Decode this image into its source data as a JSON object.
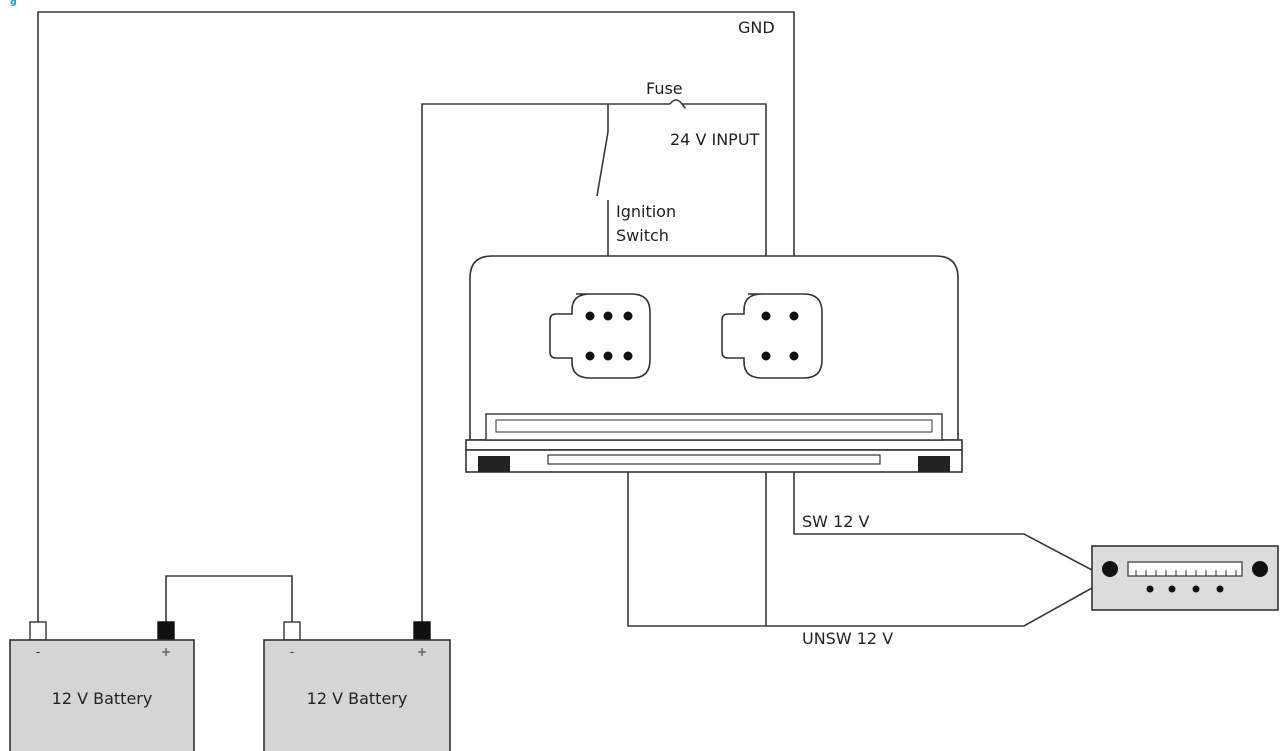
{
  "labels": {
    "gnd": "GND",
    "fuse": "Fuse",
    "input_24v": "24 V INPUT",
    "ignition_line1": "Ignition",
    "ignition_line2": "Switch",
    "sw_12v": "SW 12 V",
    "unsw_12v": "UNSW 12 V"
  },
  "batteries": [
    {
      "label": "12 V Battery",
      "neg": "-",
      "pos": "+"
    },
    {
      "label": "12 V Battery",
      "neg": "-",
      "pos": "+"
    }
  ],
  "colors": {
    "battery_fill": "#d5d5d5",
    "wire": "#3a3a3a",
    "device_fill": "#dcdcdc",
    "top_accent": "#1a9ad6"
  }
}
